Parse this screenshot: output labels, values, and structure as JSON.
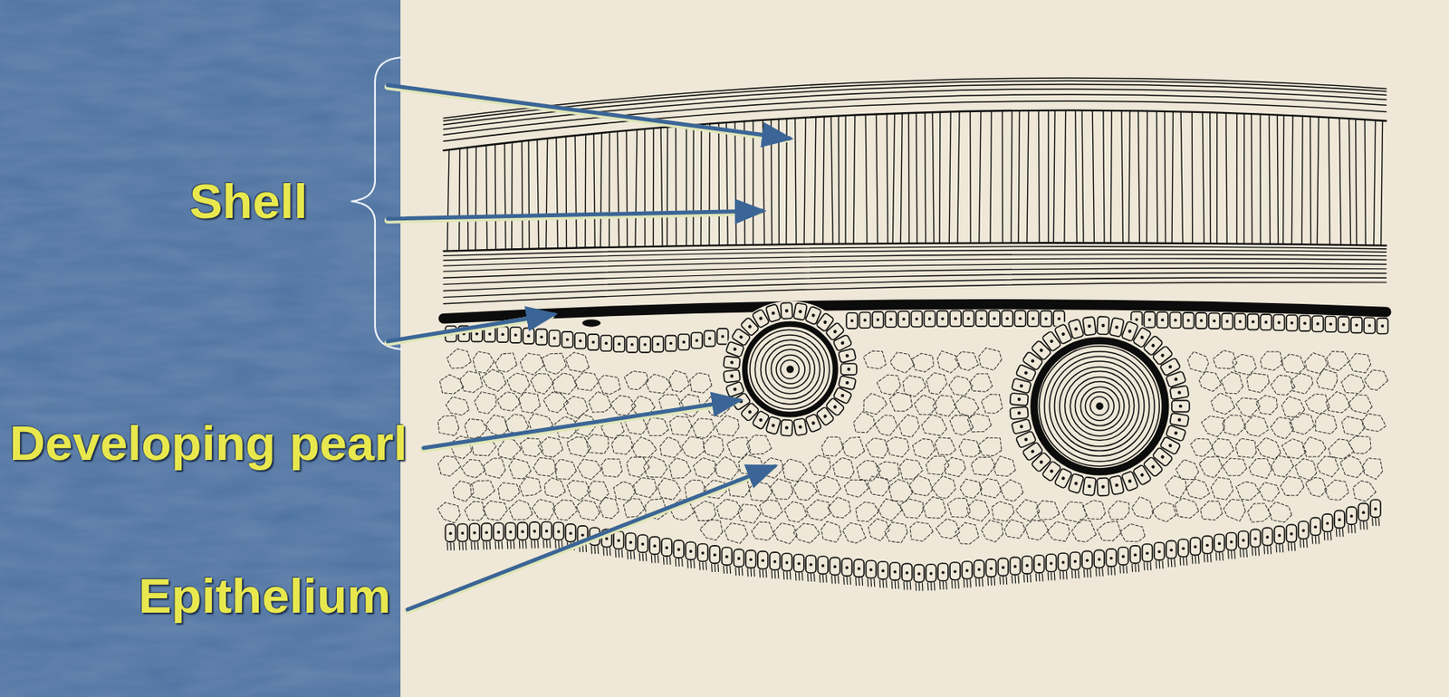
{
  "diagram": {
    "labels": [
      "Shell",
      "Developing pearl",
      "Epithelium"
    ]
  }
}
